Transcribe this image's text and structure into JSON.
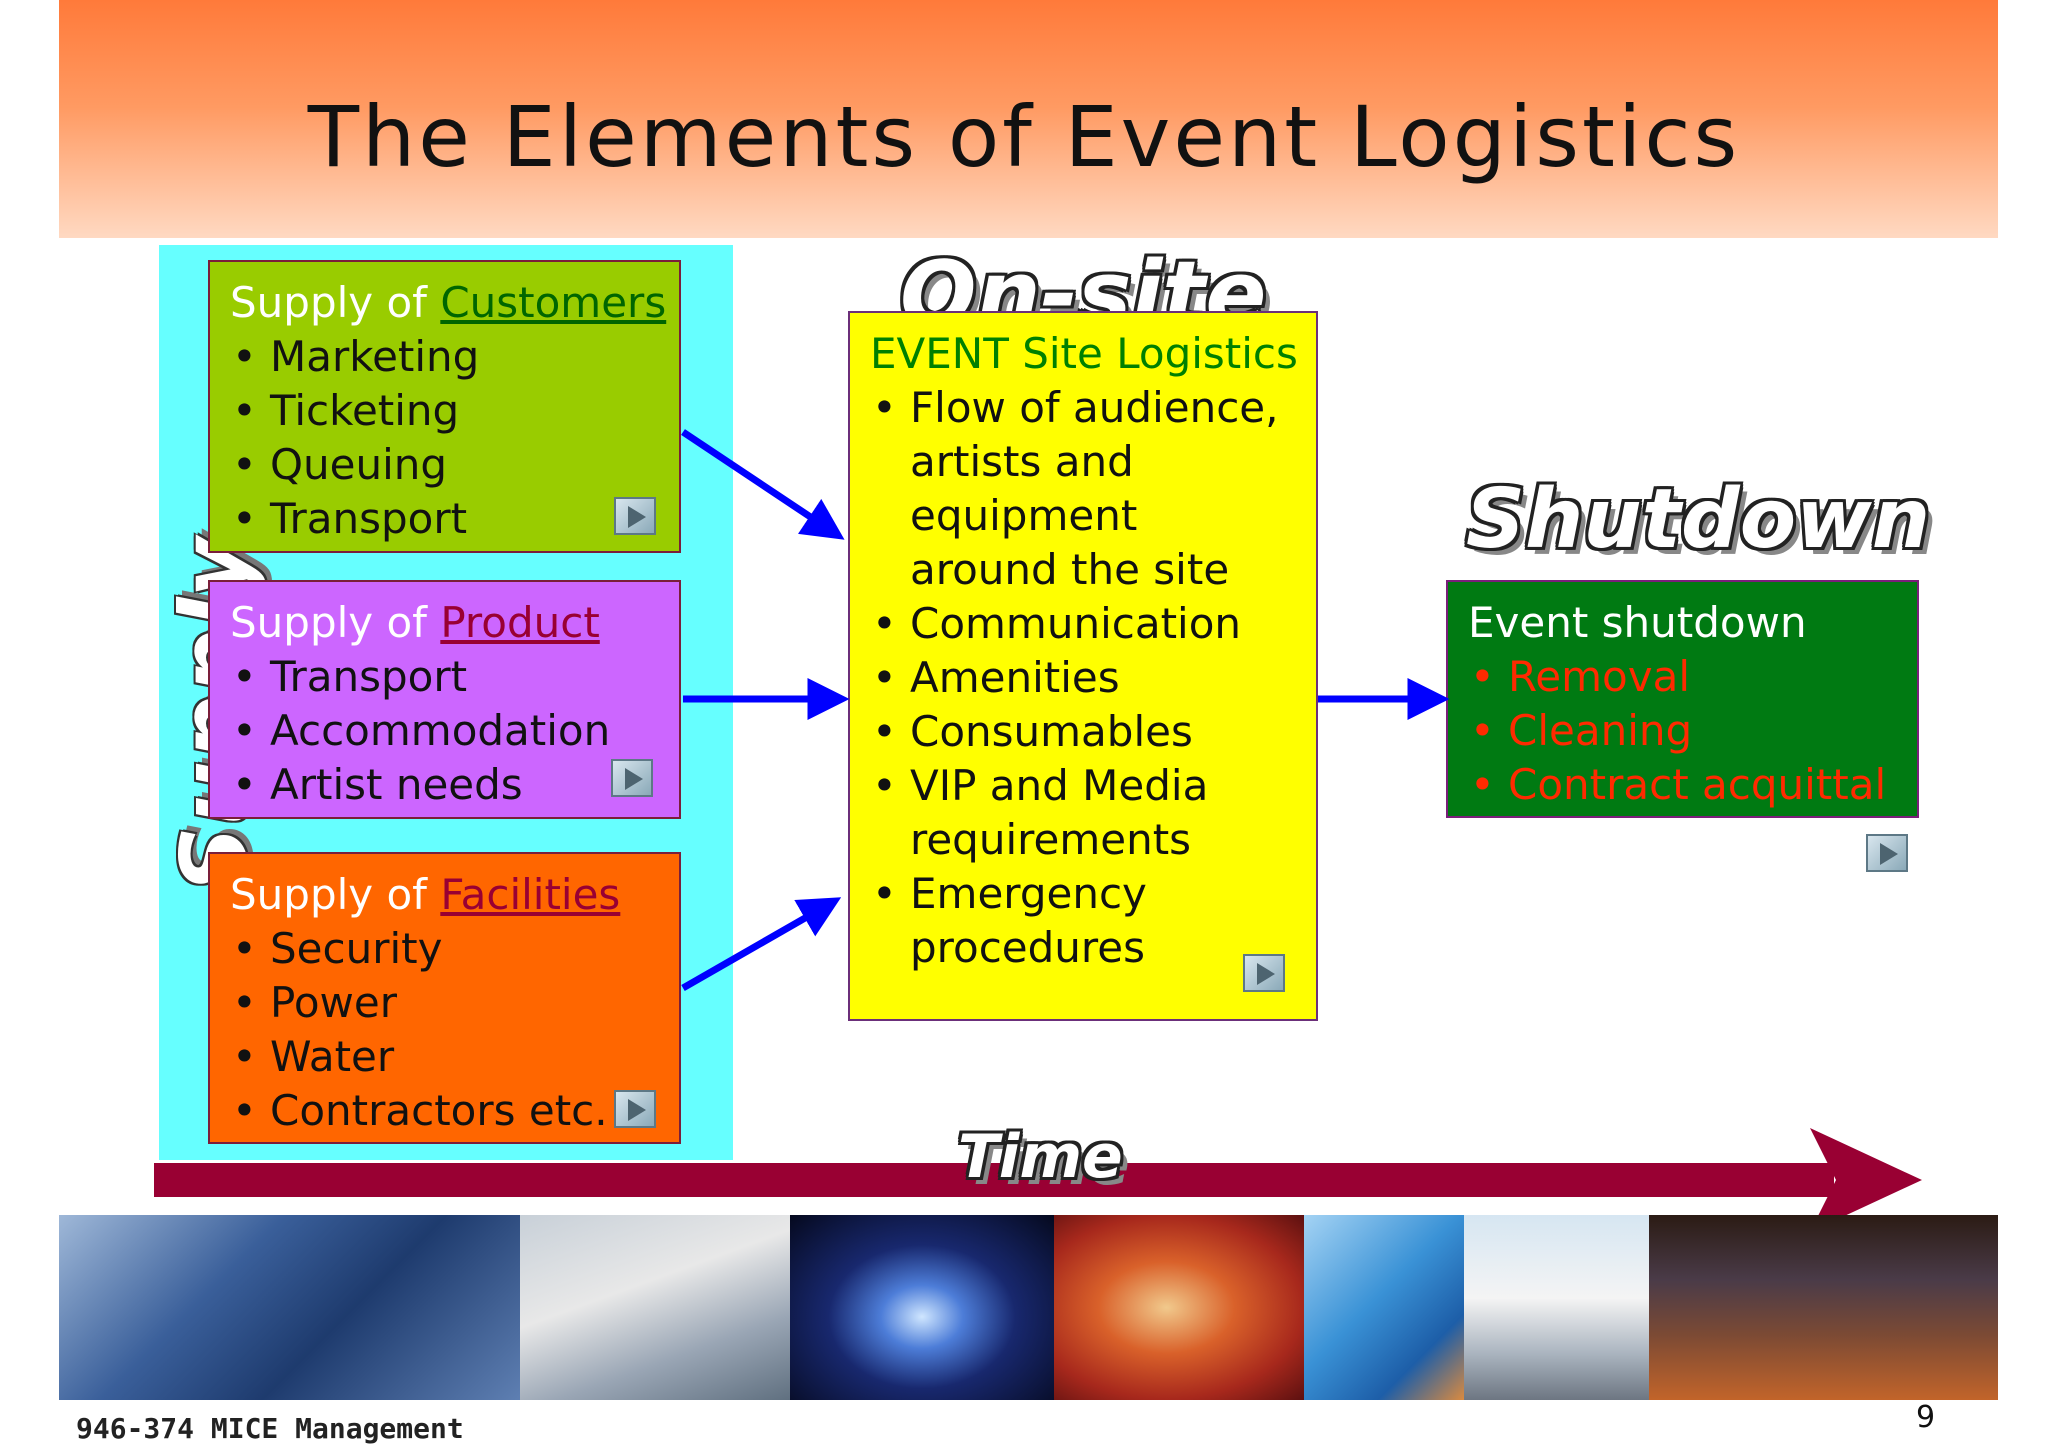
{
  "title": "The Elements of Event Logistics",
  "labels": {
    "supply": "Supply",
    "onsite": "On-site",
    "shutdown": "Shutdown",
    "time": "Time"
  },
  "customers": {
    "prefix": "Supply of ",
    "link": "Customers",
    "items": [
      "Marketing",
      "Ticketing",
      "Queuing",
      "Transport"
    ]
  },
  "product": {
    "prefix": "Supply of ",
    "link": "Product",
    "items": [
      "Transport",
      "Accommodation",
      "Artist needs"
    ]
  },
  "facilities": {
    "prefix": "Supply of ",
    "link": "Facilities",
    "items": [
      "Security",
      "Power",
      "Water",
      "Contractors etc."
    ]
  },
  "onsite_box": {
    "heading": "EVENT Site Logistics",
    "items": [
      "Flow of audience, artists and equipment around the site",
      "Communication",
      "Amenities",
      "Consumables",
      "VIP and Media requirements",
      "Emergency procedures"
    ]
  },
  "shutdown_box": {
    "heading": "Event shutdown",
    "items": [
      "Removal",
      "Cleaning",
      "Contract acquittal"
    ]
  },
  "footer": {
    "course": "946-374 MICE Management",
    "page": "9"
  },
  "icons": [
    "play-button-icon"
  ],
  "colors": {
    "header_gradient_top": "#ff7a3a",
    "supply_panel": "#66ffff",
    "customers_box": "#99cc00",
    "product_box": "#cc66ff",
    "facilities_box": "#ff6600",
    "onsite_box": "#ffff00",
    "shutdown_box": "#007a12",
    "flow_arrow": "#0000ff",
    "time_arrow": "#990033"
  }
}
